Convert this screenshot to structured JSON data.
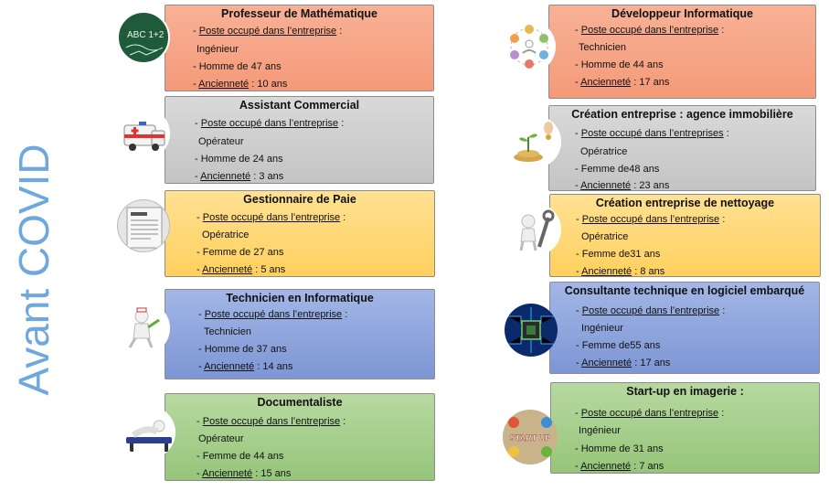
{
  "side_title": "Avant COVID",
  "labels": {
    "poste": "Poste occupé dans l’entreprise",
    "postes": "Poste occupé dans l’entreprises",
    "anciennete": "Ancienneté"
  },
  "left_cards": [
    {
      "title": "Professeur de Mathématique",
      "role": "Ingénieur",
      "person": "- Homme de 47 ans",
      "seniority": " : 10 ans",
      "color": "orange",
      "icon": "chalkboard-icon"
    },
    {
      "title": "Assistant Commercial",
      "role": "Opérateur",
      "person": "- Homme de 24 ans",
      "seniority": " : 3 ans",
      "color": "grey",
      "icon": "ambulance-icon"
    },
    {
      "title": "Gestionnaire de Paie",
      "role": "Opératrice",
      "person": "- Femme de 27 ans",
      "seniority": " : 5 ans",
      "color": "yellow",
      "icon": "payslip-icon"
    },
    {
      "title": "Technicien en Informatique",
      "role": "Technicien",
      "person": "- Homme de 37  ans",
      "seniority": " : 14 ans",
      "color": "blue",
      "icon": "nurse-figure-icon"
    },
    {
      "title": "Documentaliste",
      "role": "Opérateur",
      "person": "- Femme de 44  ans",
      "seniority": " : 15 ans",
      "color": "green",
      "icon": "reclining-figure-icon"
    }
  ],
  "right_cards": [
    {
      "title": "Développeur Informatique",
      "role": "Technicien",
      "person": "- Homme de 44 ans",
      "seniority": " : 17  ans",
      "color": "orange",
      "icon": "meditation-wheel-icon"
    },
    {
      "title": "Création entreprise : agence immobilière",
      "role": "Opératrice",
      "person": "- Femme de48 ans",
      "seniority": " :  23 ans",
      "color": "grey",
      "icon": "coins-plant-icon"
    },
    {
      "title": "Création entreprise de nettoyage",
      "role": "Opératrice",
      "person": "- Femme de31 ans",
      "seniority": " : 8 ans",
      "color": "yellow",
      "icon": "wrench-figure-icon"
    },
    {
      "title": "Consultante technique en logiciel embarqué",
      "role": "Ingénieur",
      "person": "- Femme de55 ans",
      "seniority": " : 17 ans",
      "color": "blue",
      "icon": "circuit-chip-icon"
    },
    {
      "title": "Start-up en imagerie  :",
      "role": "Ingénieur",
      "person": "- Homme de 31 ans",
      "seniority": " : 7 ans",
      "color": "green",
      "icon": "startup-icon"
    }
  ],
  "icon_texts": {
    "chalk": "ABC  1+2",
    "startup": "START UP"
  }
}
